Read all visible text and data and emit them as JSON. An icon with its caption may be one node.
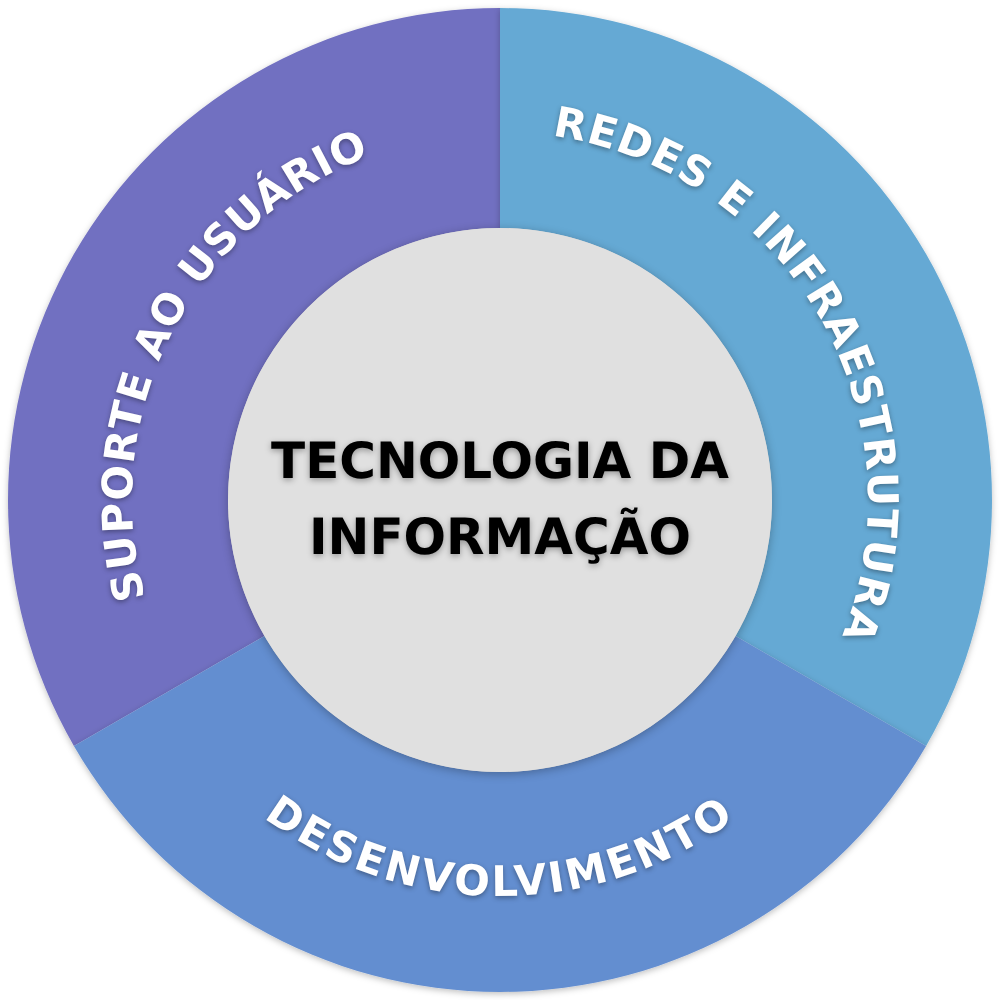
{
  "diagram": {
    "nodes": [
      {
        "text": [
          "SUPORTE AO USUÁRIO"
        ]
      },
      {
        "text": [
          "REDES E INFRAESTRUTURA"
        ]
      },
      {
        "text": [
          "TECNOLOGIA DA INFORMAÇÃO"
        ]
      },
      {
        "text": [
          "DESENVOLVIMENTO"
        ]
      }
    ]
  }
}
